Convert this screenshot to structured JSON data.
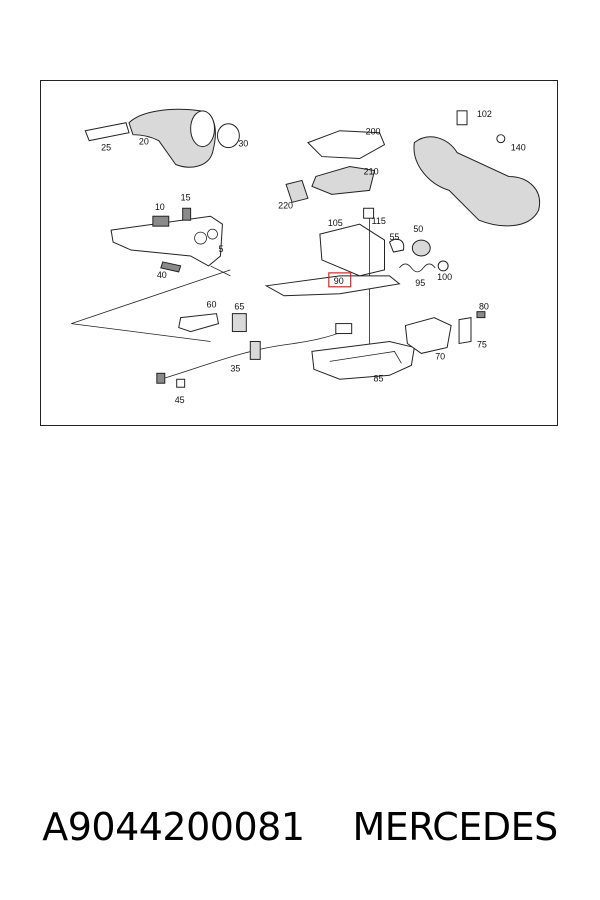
{
  "diagram": {
    "labels": {
      "l25": "25",
      "l20": "20",
      "l30": "30",
      "l200": "200",
      "l210": "210",
      "l220": "220",
      "l102": "102",
      "l140": "140",
      "l15": "15",
      "l10": "10",
      "l5": "5",
      "l40": "40",
      "l105": "105",
      "l115": "115",
      "l55": "55",
      "l50": "50",
      "l100": "100",
      "l95": "95",
      "l90": "90",
      "l60": "60",
      "l65": "65",
      "l80": "80",
      "l75": "75",
      "l70": "70",
      "l35": "35",
      "l85": "85",
      "l45": "45"
    },
    "highlight_color": "#e02020"
  },
  "caption": {
    "part_number": "A9044200081",
    "brand": "MERCEDES"
  }
}
